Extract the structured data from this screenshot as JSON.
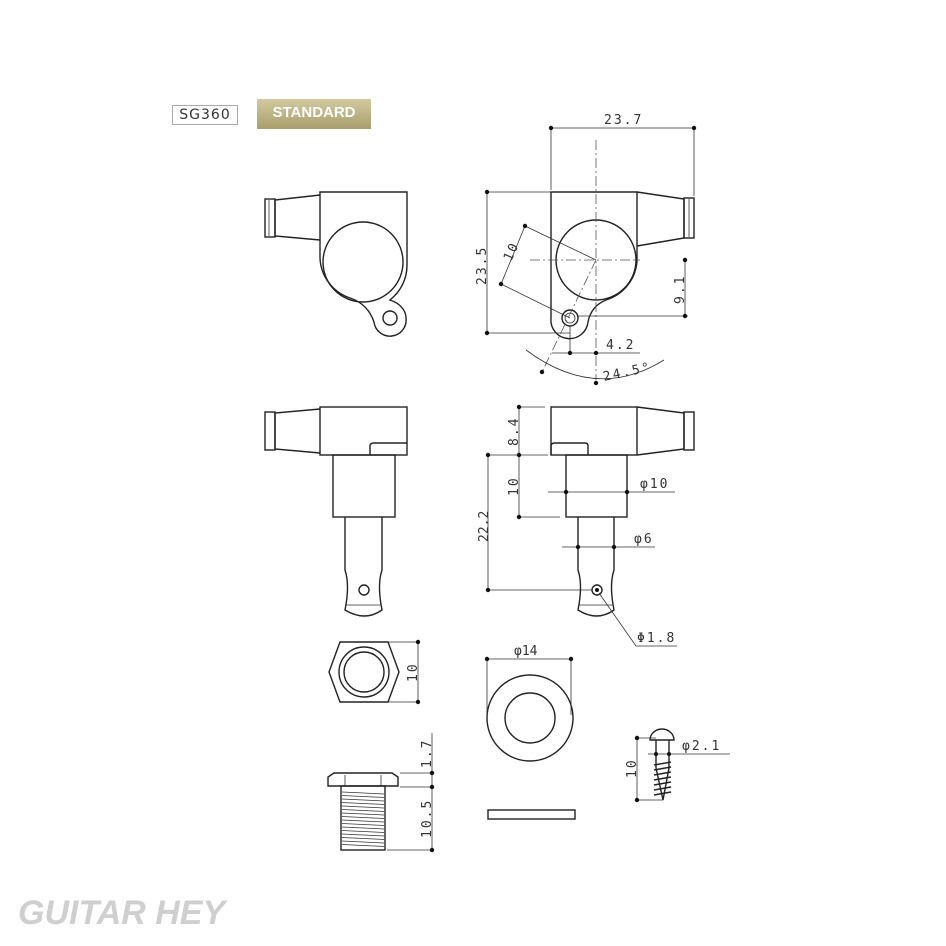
{
  "header": {
    "model": "SG360",
    "badge": "STANDARD"
  },
  "dimensions": {
    "top_width": "23.7",
    "top_height": "23.5",
    "hole_offset_diag": "10",
    "hole_vertical": "9.1",
    "hole_horizontal": "4.2",
    "angle": "24.5°",
    "head_height": "8.4",
    "bushing_length": "10",
    "post_length": "22.2",
    "bushing_dia": "φ10",
    "post_dia": "φ6",
    "string_hole_dia": "Φ1.8",
    "nut_size": "10",
    "washer_dia": "φ14",
    "bushing_head": "1.7",
    "bushing_thread": "10.5",
    "screw_length": "10",
    "screw_dia": "φ2.1"
  },
  "watermark": "GUITAR HEY",
  "colors": {
    "badge": "#b8ae7c",
    "line": "#222222",
    "watermark": "#cfcfcf"
  }
}
